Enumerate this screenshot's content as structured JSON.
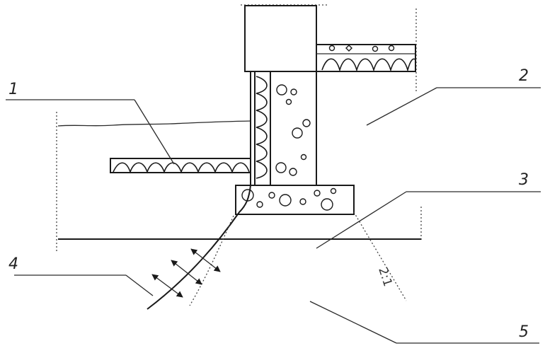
{
  "labels": {
    "l1": "1",
    "l2": "2",
    "l3": "3",
    "l4": "4",
    "l5": "5",
    "slope": "2:1"
  }
}
